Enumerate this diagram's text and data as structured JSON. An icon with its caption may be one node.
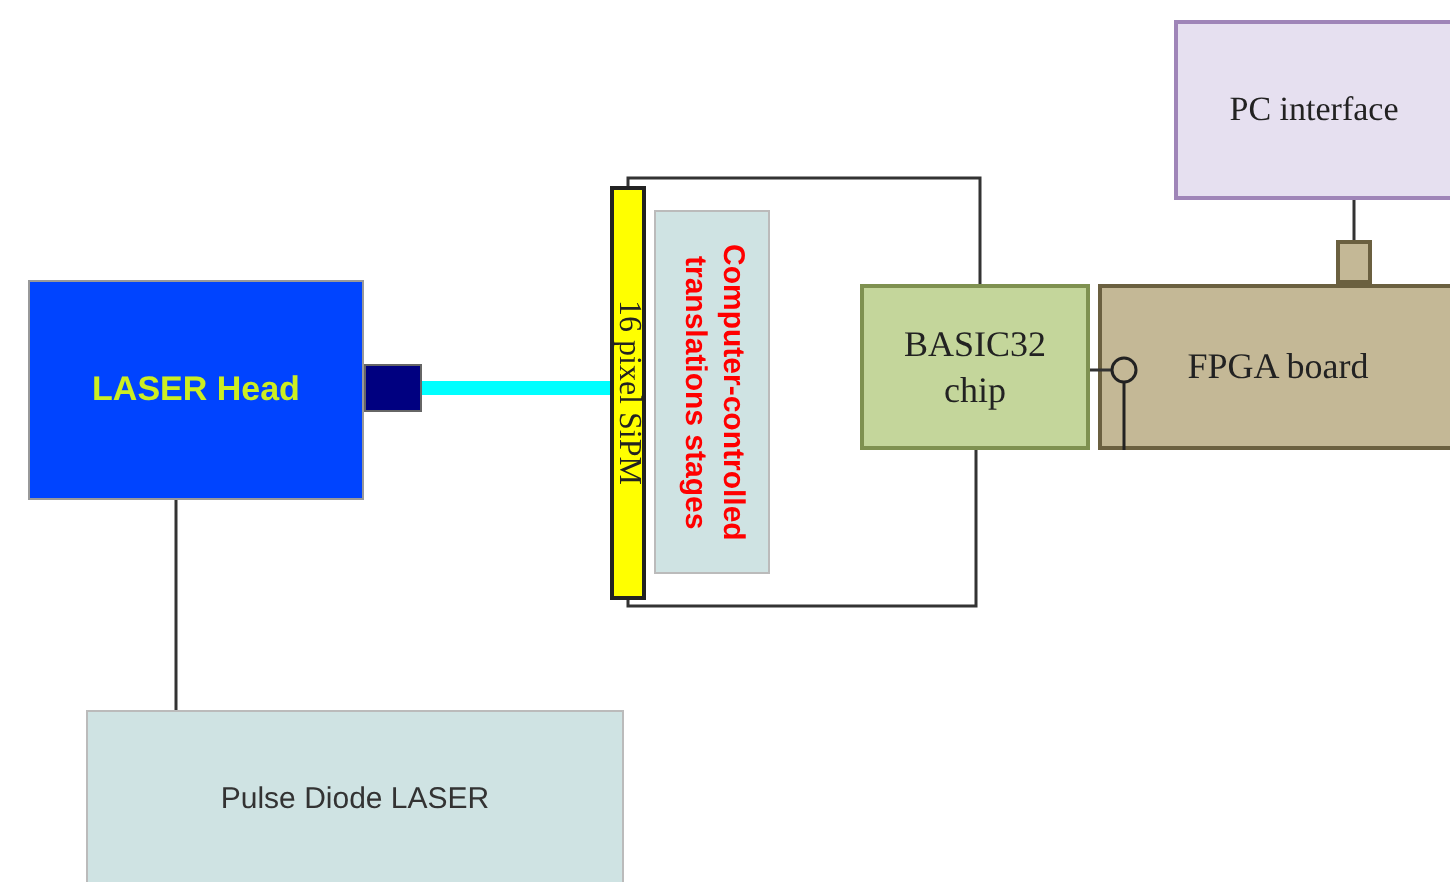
{
  "diagram": {
    "nodes": [
      {
        "text": [
          "LASER Head"
        ]
      },
      {
        "text": [],
        "shape": "box"
      },
      {
        "text": [
          "16 pixel SiPM"
        ]
      },
      {
        "text": [
          "Computer-controlled translations stages"
        ]
      },
      {
        "text": [
          "BASIC32 chip"
        ]
      },
      {
        "text": [
          "FPGA board"
        ]
      },
      {
        "text": [
          "PC interface"
        ]
      },
      {
        "text": [],
        "shape": "box"
      },
      {
        "text": [
          "Pulse Diode LASER"
        ]
      }
    ],
    "edges": [
      {
        "from": 1,
        "to": 2,
        "arrow": "none",
        "style": "thick",
        "color": "#00ffff"
      },
      {
        "from": 2,
        "to": 4,
        "arrow": "none"
      },
      {
        "from": 4,
        "to": 2,
        "arrow": "none"
      },
      {
        "from": 4,
        "to": 5,
        "arrow": "other"
      },
      {
        "from": 6,
        "to": 7,
        "arrow": "none"
      },
      {
        "from": 0,
        "to": 8,
        "arrow": "none"
      }
    ]
  }
}
